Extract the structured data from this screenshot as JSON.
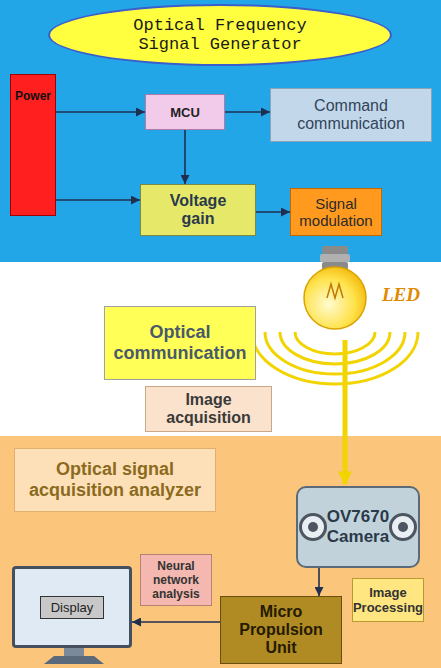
{
  "diagram": {
    "nodes": [
      {
        "text": [
          "Optical Frequency Signal Generator"
        ]
      },
      {
        "text": [
          "Power"
        ]
      },
      {
        "text": [
          "MCU"
        ]
      },
      {
        "text": [
          "Command communication"
        ]
      },
      {
        "text": [
          "Voltage gain"
        ]
      },
      {
        "text": [
          "Signal modulation"
        ]
      },
      {
        "text": [
          "Optical communication"
        ]
      },
      {
        "text": [
          "Image acquisition"
        ]
      },
      {
        "text": [
          "Optical signal acquisition analyzer"
        ]
      },
      {
        "text": [
          "OV7670 Camera"
        ]
      },
      {
        "text": [
          "Image Processing"
        ]
      },
      {
        "text": [
          "Neural network analysis"
        ]
      },
      {
        "text": [
          "Display"
        ]
      },
      {
        "text": [
          "Micro Propulsion Unit"
        ]
      }
    ],
    "edges": [
      {
        "from": 1,
        "to": 2,
        "arrow": "to"
      },
      {
        "from": 2,
        "to": 3,
        "arrow": "to"
      },
      {
        "from": 2,
        "to": 4,
        "arrow": "to"
      },
      {
        "from": 1,
        "to": 4,
        "arrow": "to"
      },
      {
        "from": 4,
        "to": 5,
        "arrow": "to"
      },
      {
        "from": 9,
        "to": 13,
        "arrow": "to"
      },
      {
        "from": 13,
        "to": 12,
        "arrow": "to"
      }
    ],
    "labels": [
      "LED"
    ]
  }
}
